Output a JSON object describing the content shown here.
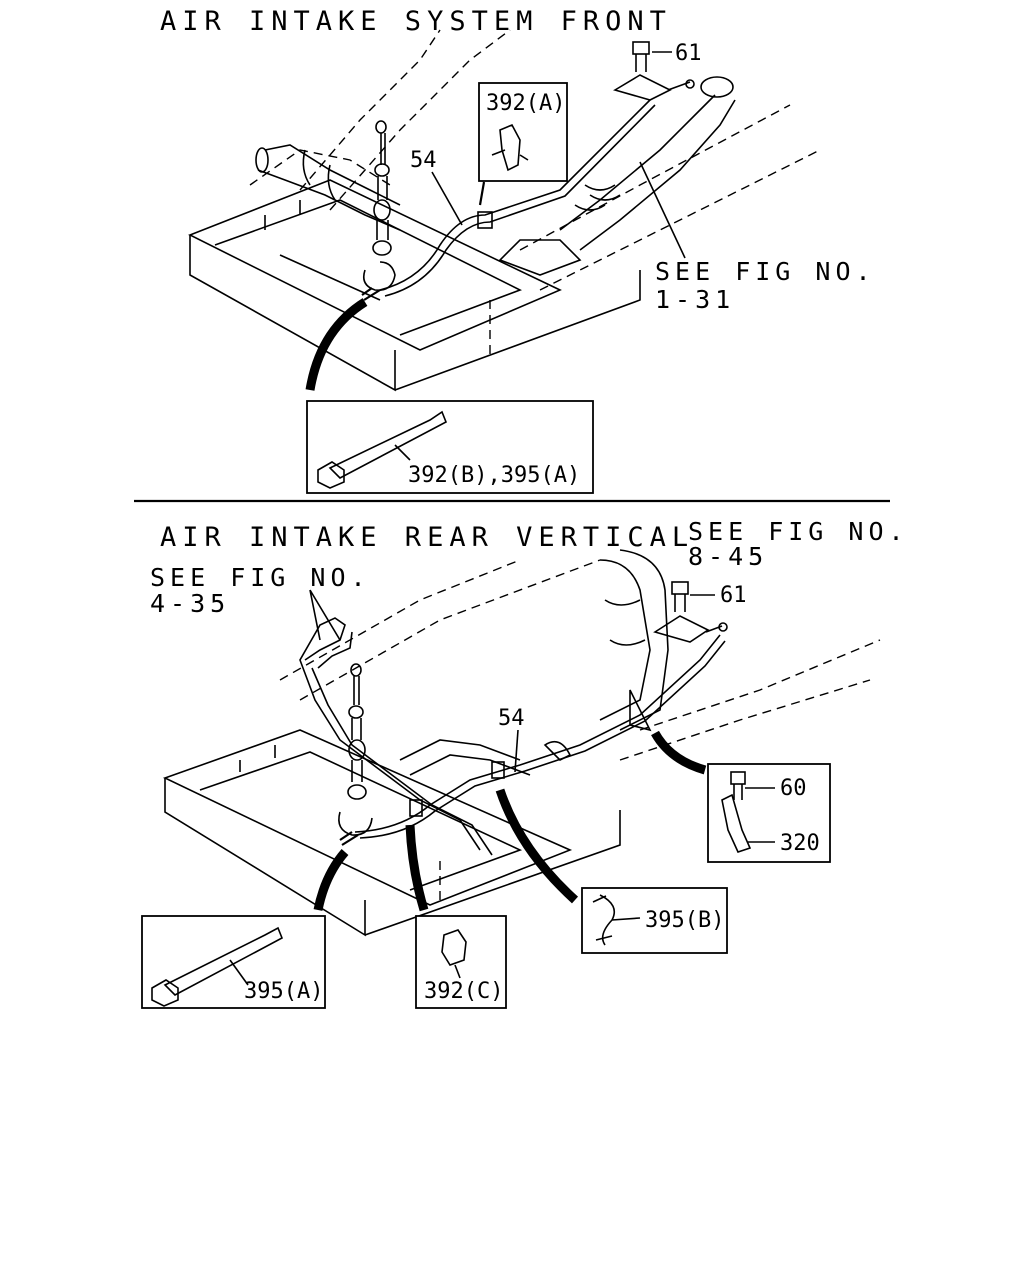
{
  "top": {
    "title": "AIR INTAKE SYSTEM FRONT",
    "see_fig_label": "SEE FIG NO.",
    "see_fig_value": "1-31",
    "callouts": {
      "bolt": "61",
      "hose": "54",
      "clip_a": "392(A)",
      "band": "392(B),395(A)"
    }
  },
  "bottom": {
    "title": "AIR INTAKE REAR VERTICAL",
    "see_fig_1_label": "SEE FIG NO.",
    "see_fig_1_value": "8-45",
    "see_fig_2_label": "SEE FIG NO.",
    "see_fig_2_value": "4-35",
    "callouts": {
      "bolt": "61",
      "hose": "54",
      "bolt_60": "60",
      "bracket": "320",
      "clip_b": "395(B)",
      "band_a": "395(A)",
      "clip_c": "392(C)"
    }
  }
}
